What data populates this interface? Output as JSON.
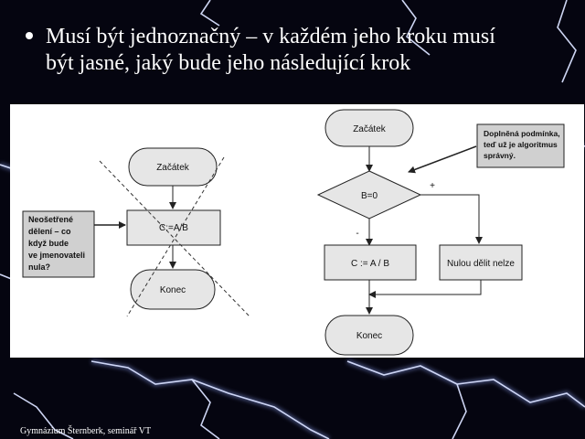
{
  "slide": {
    "bullet_lines": [
      "Musí být jednoznačný – v každém jeho kroku musí",
      "být jasné, jaký bude jeho následující krok"
    ],
    "footer": "Gymnázium Šternberk, seminář VT"
  },
  "left_flowchart": {
    "start": "Začátek",
    "process": "C:=A/B",
    "end": "Konec",
    "note_lines": [
      "Neošetřené",
      "dělení – co",
      "když bude",
      "ve jmenovateli",
      "nula?"
    ]
  },
  "right_flowchart": {
    "start": "Začátek",
    "decision": "B=0",
    "plus_label": "+",
    "minus_label": "-",
    "process_no": "C := A / B",
    "process_yes": "Nulou dělit nelze",
    "end": "Konec",
    "note_lines": [
      "Doplněná podmínka,",
      "teď už je algoritmus",
      "správný."
    ]
  },
  "colors": {
    "background": "#050510",
    "lightning": "#d8e0ff",
    "diagram_bg": "#ffffff",
    "shape_fill": "#e6e6e6",
    "note_fill": "#d0d0d0",
    "line": "#222222"
  }
}
